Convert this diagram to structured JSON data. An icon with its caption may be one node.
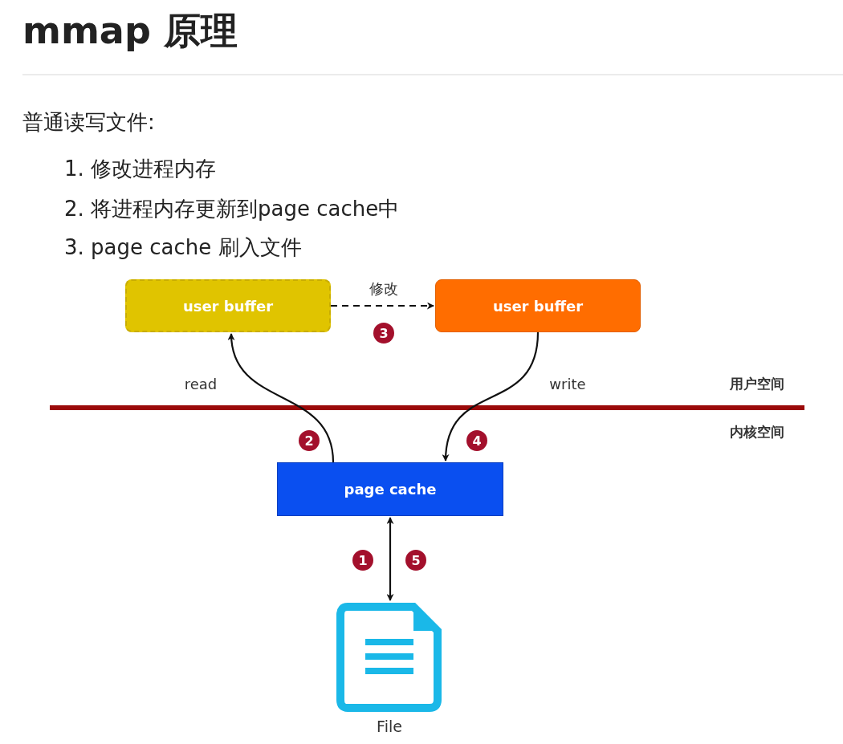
{
  "diagram": {
    "title": "mmap 原理",
    "nodes": [
      {
        "text": [
          "user buffer"
        ]
      },
      {
        "text": [
          "user buffer"
        ]
      },
      {
        "text": [
          "page cache"
        ]
      },
      {
        "text": [
          "File"
        ]
      }
    ],
    "edges": [
      {
        "from": 0,
        "to": 1,
        "arrow": "to",
        "style": "dashed",
        "label": "修改"
      },
      {
        "from": 2,
        "to": 0,
        "arrow": "to",
        "label": "read"
      },
      {
        "from": 1,
        "to": 2,
        "arrow": "to",
        "label": "write"
      },
      {
        "from": 2,
        "to": 3,
        "arrow": "both"
      }
    ],
    "labels": [
      "普通读写文件:",
      "1. 修改进程内存",
      "2. 将进程内存更新到page cache中",
      "3. page cache 刷入文件",
      "3",
      "用户空间",
      "2",
      "4",
      "内核空间",
      "1",
      "5"
    ]
  }
}
